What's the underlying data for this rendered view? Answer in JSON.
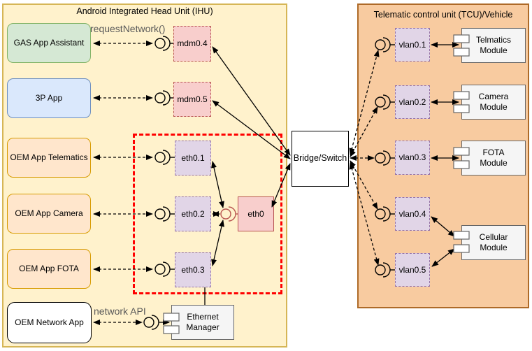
{
  "ihu": {
    "title": "Android Integrated Head Unit (IHU)",
    "apps": [
      "GAS App Assistant",
      "3P App",
      "OEM App Telematics",
      "OEM App Camera",
      "OEM App FOTA",
      "OEM Network App"
    ],
    "ifaces": {
      "mdm04": "mdm0.4",
      "mdm05": "mdm0.5",
      "eth01": "eth0.1",
      "eth02": "eth0.2",
      "eth03": "eth0.3",
      "eth0": "eth0"
    },
    "ethernet_manager": "Ethernet Manager",
    "labels": {
      "request_network": "requestNetwork()",
      "network_api": "network API"
    }
  },
  "bridge": {
    "label": "Bridge/Switch"
  },
  "tcu": {
    "title": "Telematic control unit (TCU)/Vehicle",
    "vlans": [
      "vlan0.1",
      "vlan0.2",
      "vlan0.3",
      "vlan0.4",
      "vlan0.5"
    ],
    "modules": [
      "Telmatics Module",
      "Camera Module",
      "FOTA Module",
      "Cellular Module"
    ]
  },
  "colors": {
    "ihu_fill": "#FFF2CC",
    "ihu_border": "#D6B656",
    "tcu_fill": "#F8CBA0",
    "tcu_border": "#AE6A28",
    "green_fill": "#D5E8D4",
    "green_border": "#82B366",
    "blue_fill": "#DAE8FC",
    "blue_border": "#6C8EBF",
    "orange_fill": "#FFE6CC",
    "orange_border": "#D79B00",
    "pink_fill": "#F8CECC",
    "pink_border": "#B85450",
    "purple_fill": "#E1D5E7",
    "purple_border": "#9673A6",
    "gray_fill": "#F5F5F5",
    "gray_border": "#666666",
    "highlight_zone_border": "#FF0000",
    "annotation_text": "#595959"
  }
}
